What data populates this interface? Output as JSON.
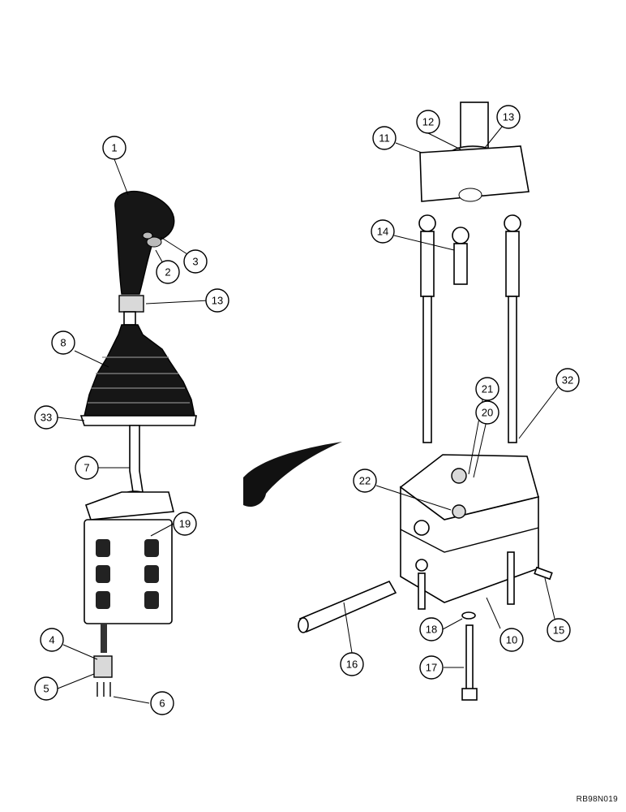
{
  "figure_code": "RB98N019",
  "callouts": [
    {
      "id": "c1",
      "label": "1"
    },
    {
      "id": "c2",
      "label": "2"
    },
    {
      "id": "c3",
      "label": "3"
    },
    {
      "id": "c4",
      "label": "4"
    },
    {
      "id": "c5",
      "label": "5"
    },
    {
      "id": "c6",
      "label": "6"
    },
    {
      "id": "c7",
      "label": "7"
    },
    {
      "id": "c8",
      "label": "8"
    },
    {
      "id": "c13a",
      "label": "13"
    },
    {
      "id": "c19",
      "label": "19"
    },
    {
      "id": "c33",
      "label": "33"
    },
    {
      "id": "c10",
      "label": "10"
    },
    {
      "id": "c11",
      "label": "11"
    },
    {
      "id": "c12",
      "label": "12"
    },
    {
      "id": "c13b",
      "label": "13"
    },
    {
      "id": "c14",
      "label": "14"
    },
    {
      "id": "c15",
      "label": "15"
    },
    {
      "id": "c16",
      "label": "16"
    },
    {
      "id": "c17",
      "label": "17"
    },
    {
      "id": "c18",
      "label": "18"
    },
    {
      "id": "c20",
      "label": "20"
    },
    {
      "id": "c21",
      "label": "21"
    },
    {
      "id": "c22",
      "label": "22"
    },
    {
      "id": "c32",
      "label": "32"
    }
  ]
}
